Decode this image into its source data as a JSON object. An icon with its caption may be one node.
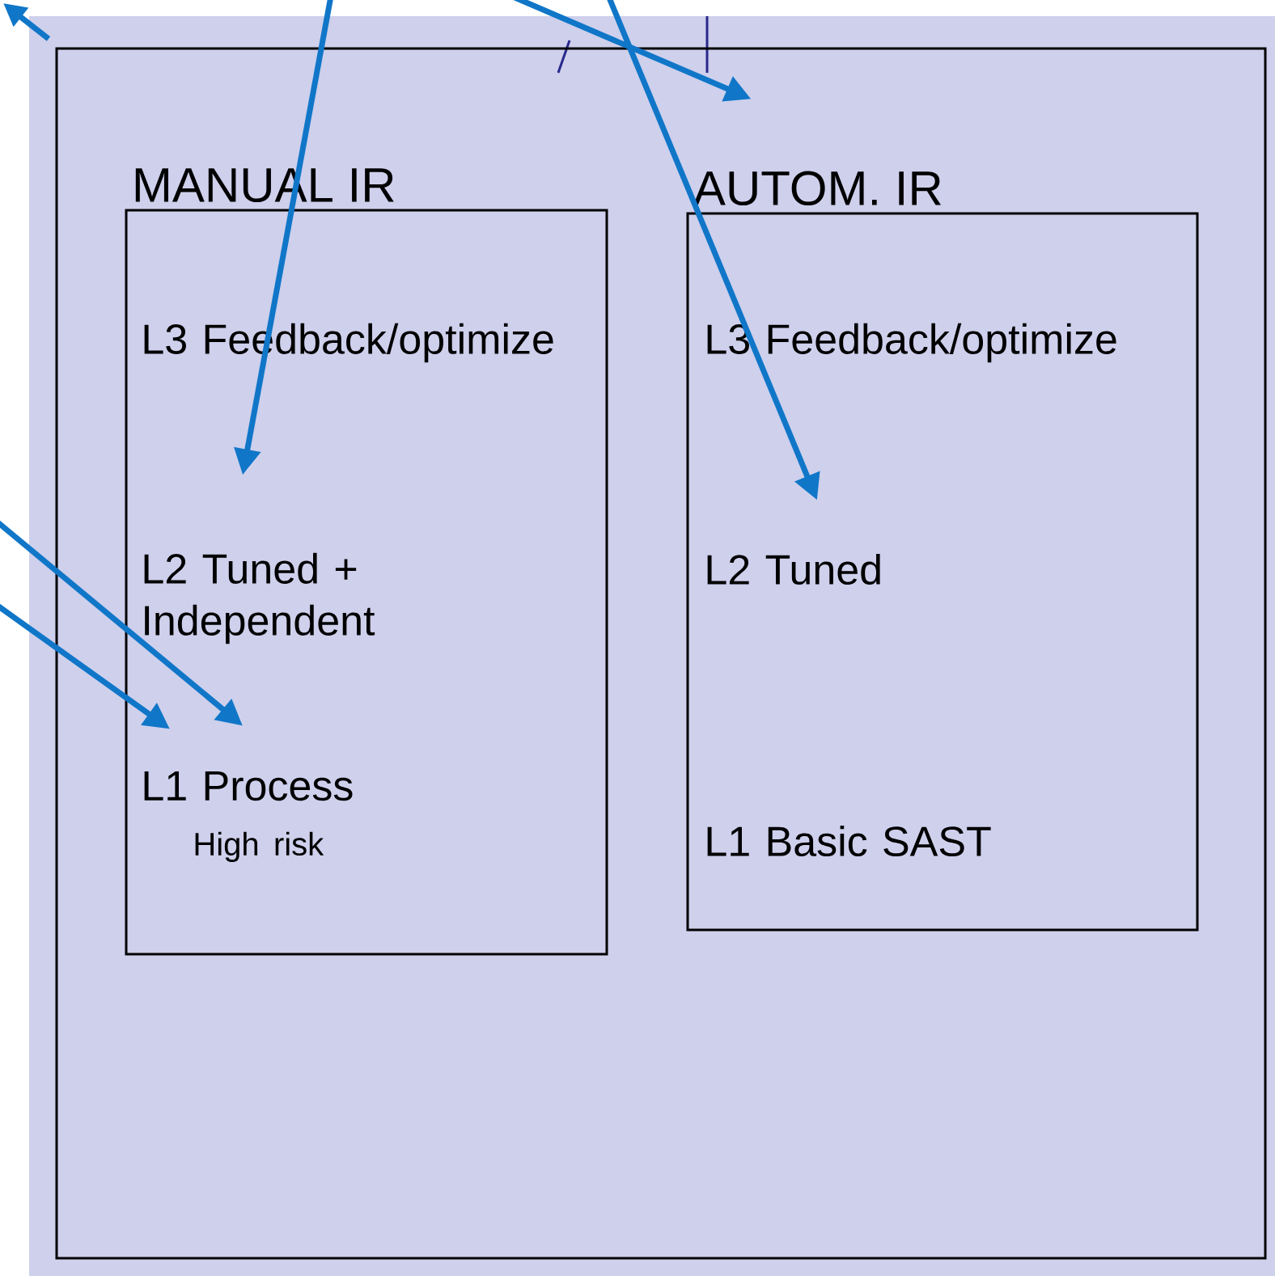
{
  "diagram": {
    "nodes": [
      {
        "text": [],
        "shape": "box"
      },
      {
        "text": [
          "MANUAL IR"
        ],
        "in": 0
      },
      {
        "text": [
          "L3 Feedback/optimize"
        ],
        "in": 1
      },
      {
        "text": [
          "L2 Tuned + Independent"
        ],
        "in": 1
      },
      {
        "text": [
          "L1 Process",
          "High risk"
        ],
        "in": 1
      },
      {
        "text": [
          "AUTOM. IR"
        ],
        "in": 0
      },
      {
        "text": [
          "L3 Feedback/optimize"
        ],
        "in": 5
      },
      {
        "text": [
          "L2 Tuned"
        ],
        "in": 5
      },
      {
        "text": [
          "L1 Basic SAST"
        ],
        "in": 5
      }
    ],
    "edges": [
      {
        "from": null,
        "to": 3,
        "arrow": "to"
      },
      {
        "from": null,
        "to": 5,
        "arrow": "to"
      },
      {
        "from": null,
        "to": 7,
        "arrow": "to"
      },
      {
        "from": null,
        "to": 4,
        "arrow": "to"
      },
      {
        "from": null,
        "to": 4,
        "arrow": "to"
      }
    ]
  }
}
